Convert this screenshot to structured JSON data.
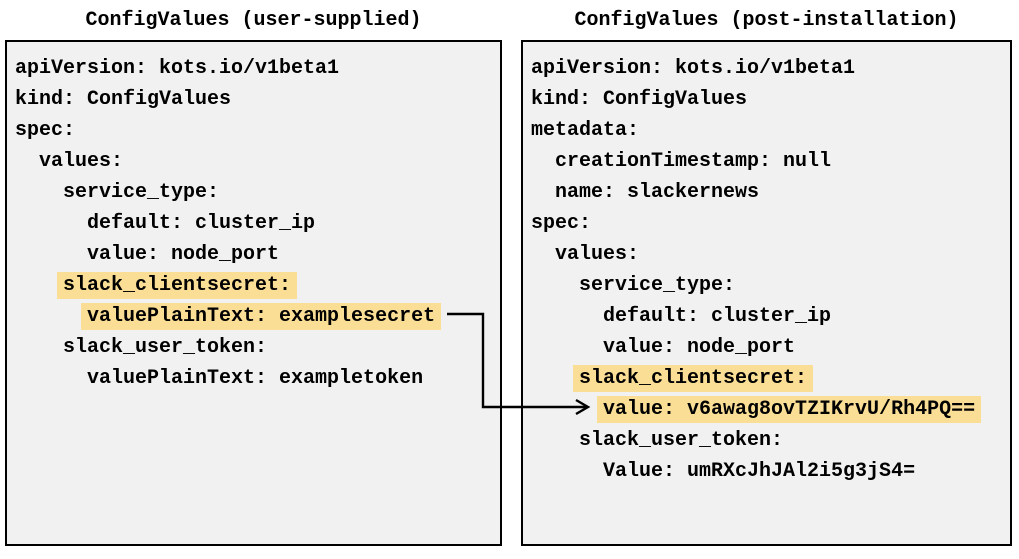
{
  "colors": {
    "highlight": "#fade96",
    "panel_background": "#f1f1f1",
    "border": "#000000",
    "text": "#000000"
  },
  "left_panel": {
    "title": "ConfigValues (user-supplied)",
    "lines": [
      {
        "indent": 0,
        "text": "apiVersion: kots.io/v1beta1",
        "highlight": false
      },
      {
        "indent": 0,
        "text": "kind: ConfigValues",
        "highlight": false
      },
      {
        "indent": 0,
        "text": "spec:",
        "highlight": false
      },
      {
        "indent": 2,
        "text": "values:",
        "highlight": false
      },
      {
        "indent": 4,
        "text": "service_type:",
        "highlight": false
      },
      {
        "indent": 6,
        "text": "default: cluster_ip",
        "highlight": false
      },
      {
        "indent": 6,
        "text": "value: node_port",
        "highlight": false
      },
      {
        "indent": 4,
        "text": "slack_clientsecret:",
        "highlight": true
      },
      {
        "indent": 6,
        "text": "valuePlainText: examplesecret",
        "highlight": true
      },
      {
        "indent": 4,
        "text": "slack_user_token:",
        "highlight": false
      },
      {
        "indent": 6,
        "text": "valuePlainText: exampletoken",
        "highlight": false
      }
    ]
  },
  "right_panel": {
    "title": "ConfigValues (post-installation)",
    "lines": [
      {
        "indent": 0,
        "text": "apiVersion: kots.io/v1beta1",
        "highlight": false
      },
      {
        "indent": 0,
        "text": "kind: ConfigValues",
        "highlight": false
      },
      {
        "indent": 0,
        "text": "metadata:",
        "highlight": false
      },
      {
        "indent": 2,
        "text": "creationTimestamp: null",
        "highlight": false
      },
      {
        "indent": 2,
        "text": "name: slackernews",
        "highlight": false
      },
      {
        "indent": 0,
        "text": "spec:",
        "highlight": false
      },
      {
        "indent": 2,
        "text": "values:",
        "highlight": false
      },
      {
        "indent": 4,
        "text": "service_type:",
        "highlight": false
      },
      {
        "indent": 6,
        "text": "default: cluster_ip",
        "highlight": false
      },
      {
        "indent": 6,
        "text": "value: node_port",
        "highlight": false
      },
      {
        "indent": 4,
        "text": "slack_clientsecret:",
        "highlight": true
      },
      {
        "indent": 6,
        "text": "value: v6awag8ovTZIKrvU/Rh4PQ==",
        "highlight": true
      },
      {
        "indent": 4,
        "text": "slack_user_token:",
        "highlight": false
      },
      {
        "indent": 6,
        "text": "Value: umRXcJhJAl2i5g3jS4=",
        "highlight": false
      }
    ]
  },
  "arrow": {
    "connects_from": "valuePlainText: examplesecret",
    "connects_to": "value: v6awag8ovTZIKrvU/Rh4PQ=="
  }
}
